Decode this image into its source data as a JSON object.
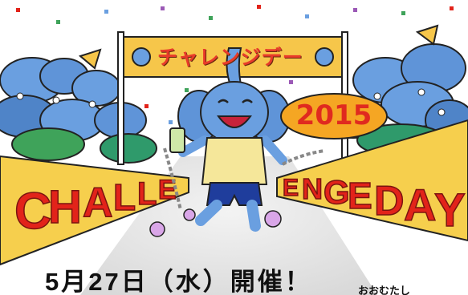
{
  "banner": {
    "title": "チャレンジデー"
  },
  "badge": {
    "year": "2015"
  },
  "signs": {
    "left": [
      "C",
      "H",
      "A",
      "L",
      "L",
      "E"
    ],
    "right": [
      "E",
      "N",
      "G",
      "E",
      "D",
      "A",
      "Y"
    ]
  },
  "caption": {
    "date": "5月27日（水）開催！",
    "corner": "おおむたし"
  },
  "colors": {
    "banner": "#f6c64a",
    "badge": "#f5a623",
    "letters": "#e2231a",
    "sign_bg": "#f6cf4d",
    "elephant": "#6a9fe0",
    "shirt": "#f5e79a",
    "shorts": "#1f3d9c"
  }
}
